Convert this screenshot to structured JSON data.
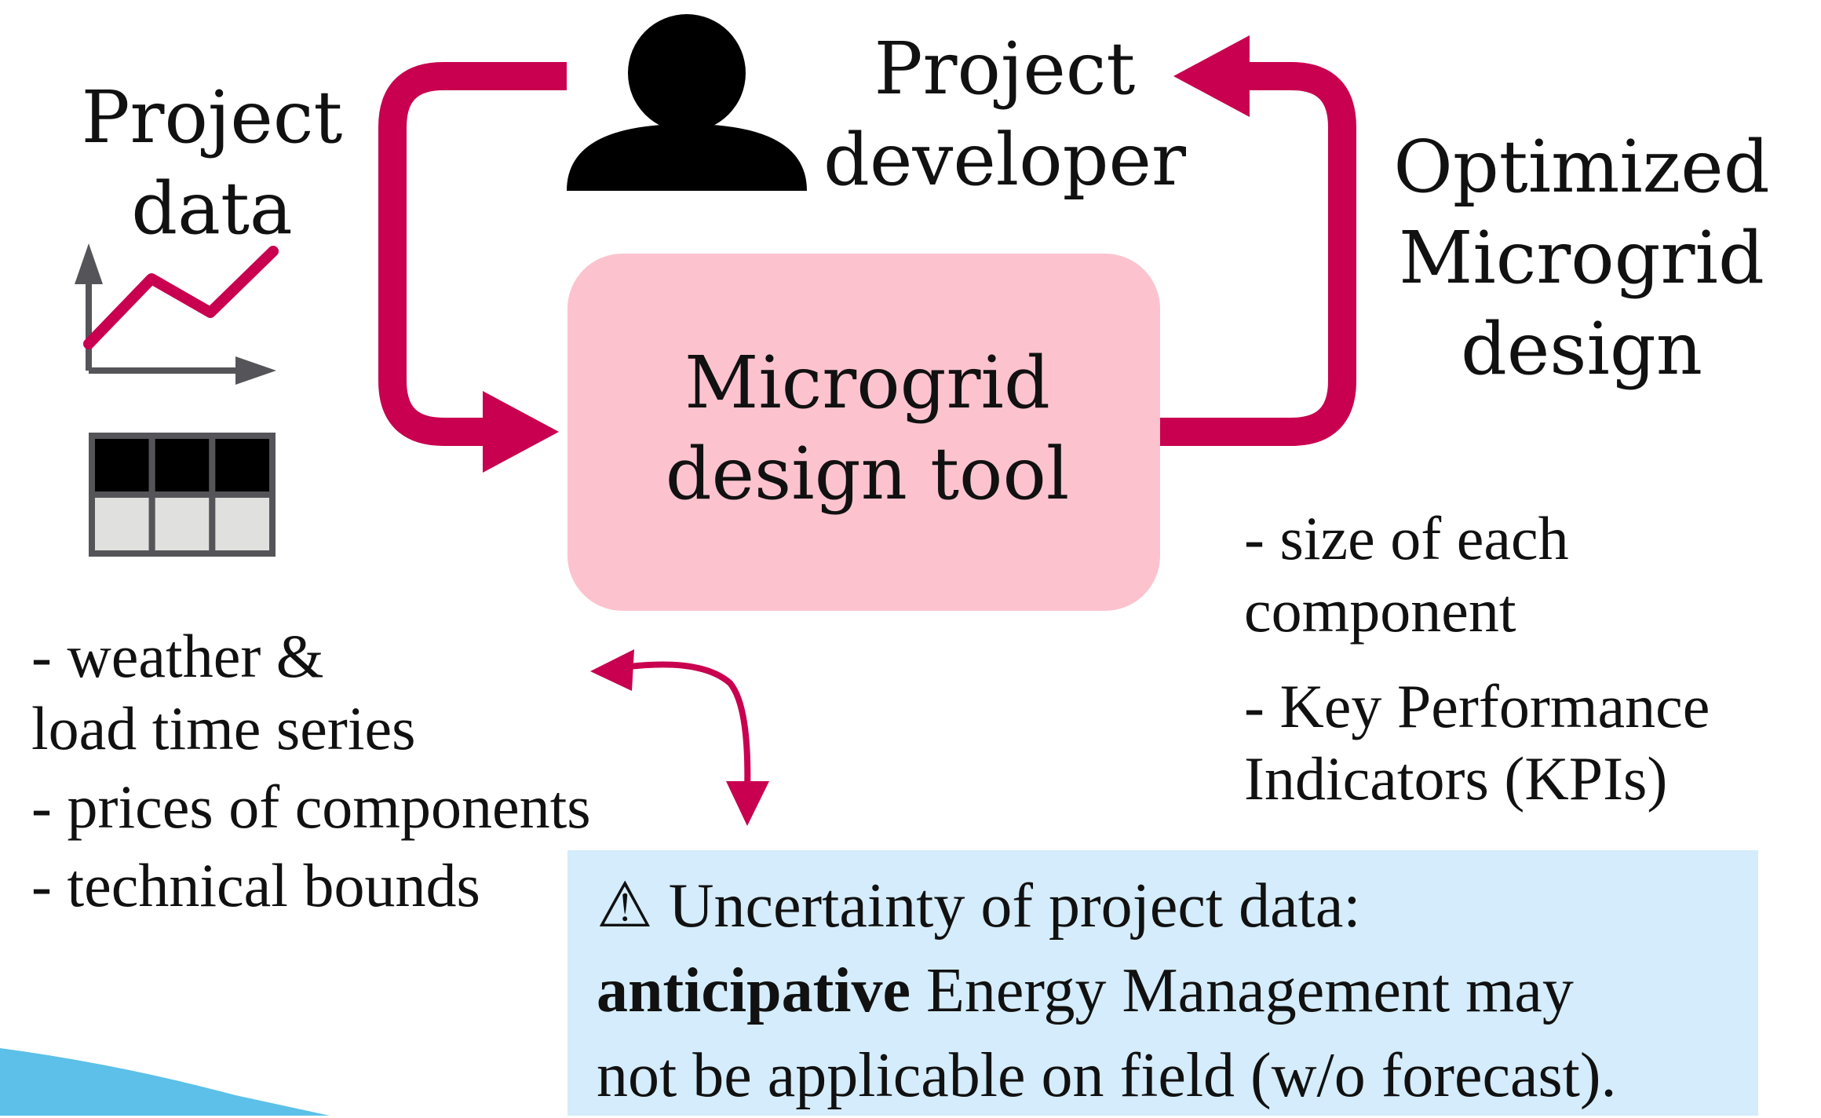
{
  "labels": {
    "project_data_line1": "Project",
    "project_data_line2": "data",
    "developer_line1": "Project",
    "developer_line2": "developer",
    "optimized_line1": "Optimized",
    "optimized_line2": "Microgrid",
    "optimized_line3": "design",
    "tool_line1": "Microgrid",
    "tool_line2": "design tool"
  },
  "inputs": {
    "weather_line1": "- weather &",
    "weather_line2": "load  time series",
    "prices": "- prices of components",
    "bounds": "- technical bounds"
  },
  "outputs": {
    "size_line1": "- size of each",
    "size_line2": "component",
    "kpi_line1": "- Key Performance",
    "kpi_line2": "Indicators (KPIs)"
  },
  "warning": {
    "symbol": "⚠",
    "line1": "Uncertainty of project data:",
    "bold": "anticipative",
    "line2_rest": " Energy Management may",
    "line3": "not be applicable on field (w/o forecast)."
  },
  "icons": {
    "person": "person-icon",
    "chart": "line-chart-icon",
    "table": "table-icon"
  },
  "colors": {
    "arrow": "#c8004f",
    "tool_box": "#fcc3cf",
    "warning_box": "#d4ecfb",
    "table_header": "#000000",
    "table_cell": "#e0e0de",
    "axis": "#555559",
    "blob": "#5cc0e8"
  }
}
